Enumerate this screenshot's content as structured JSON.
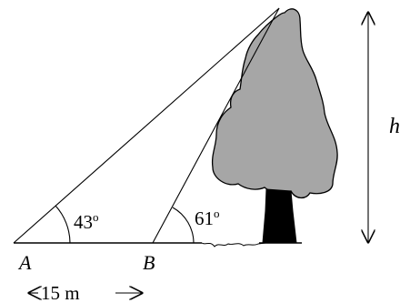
{
  "labels": {
    "point_a": "A",
    "point_b": "B",
    "angle_a": "43",
    "angle_b": "61",
    "degree_mark": "o",
    "distance": "15 m",
    "height": "h"
  },
  "colors": {
    "line": "#000000",
    "foliage": "#a6a6a6",
    "trunk": "#000000",
    "background": "#ffffff"
  },
  "icons": {
    "tree": "tree-icon",
    "distance_arrow": "double-headed-arrow-icon",
    "height_arrow": "double-headed-arrow-icon"
  }
}
